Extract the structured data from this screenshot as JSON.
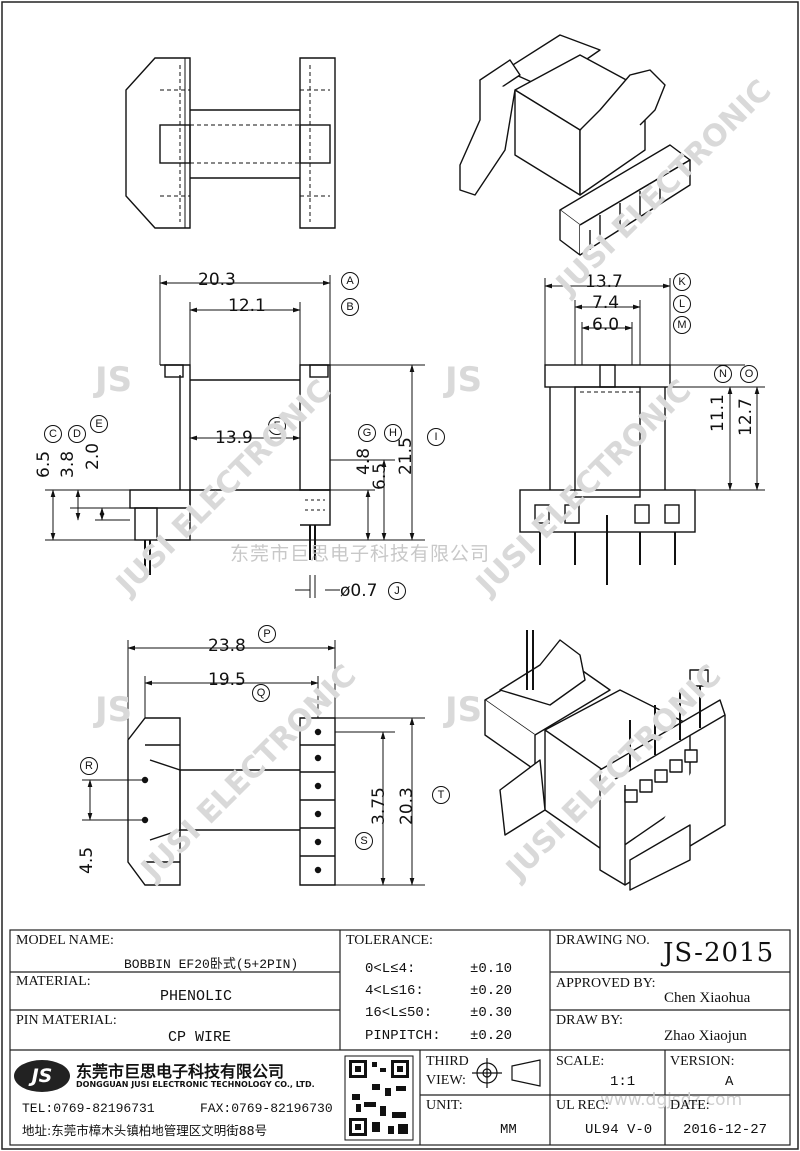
{
  "dimensions": {
    "top_width": "20.3",
    "top_inner": "12.1",
    "A": "A",
    "B": "B",
    "front_width": "13.7",
    "front_w2": "7.4",
    "front_w3": "6.0",
    "K": "K",
    "L": "L",
    "M": "M",
    "N": "N",
    "O": "O",
    "front_h1": "11.1",
    "front_h2": "12.7",
    "left_65": "6.5",
    "left_38": "3.8",
    "left_20": "2.0",
    "C": "C",
    "D": "D",
    "E": "E",
    "mid_139": "13.9",
    "F": "F",
    "right_48": "4.8",
    "right_65": "6.5",
    "right_215": "21.5",
    "G": "G",
    "H": "H",
    "I": "I",
    "pin_dia": "ø0.7",
    "J": "J",
    "bot_width": "23.8",
    "P": "P",
    "bot_inner": "19.5",
    "Q": "Q",
    "R": "R",
    "pitch_45": "4.5",
    "dim_375": "3.75",
    "S": "S",
    "dim_203": "20.3",
    "T": "T"
  },
  "watermark": {
    "company_cn": "东莞市巨思电子科技有限公司",
    "brand_en": "JUSI ELECTRONIC",
    "logo": "JS",
    "site": "www.dgjsdz.com"
  },
  "titleblock": {
    "model_name_label": "MODEL NAME:",
    "model_name": "BOBBIN EF20卧式(5+2PIN)",
    "material_label": "MATERIAL:",
    "material": "PHENOLIC",
    "pin_material_label": "PIN MATERIAL:",
    "pin_material": "CP WIRE",
    "tolerance_label": "TOLERANCE:",
    "tol1_range": "0<L≤4:",
    "tol1_val": "±0.10",
    "tol2_range": "4<L≤16:",
    "tol2_val": "±0.20",
    "tol3_range": "16<L≤50:",
    "tol3_val": "±0.30",
    "tol4_range": "PINPITCH:",
    "tol4_val": "±0.20",
    "drawing_no_label": "DRAWING NO.",
    "drawing_no": "JS-2015",
    "approved_label": "APPROVED BY:",
    "approved": "Chen Xiaohua",
    "draw_label": "DRAW BY:",
    "draw": "Zhao Xiaojun",
    "company_logo": "JS",
    "company_cn": "东莞市巨思电子科技有限公司",
    "company_en": "DONGGUAN JUSI ELECTRONIC TECHNOLOGY CO., LTD.",
    "tel": "TEL:0769-82196731",
    "fax": "FAX:0769-82196730",
    "address": "地址:东莞市樟木头镇柏地管理区文明街88号",
    "third_label": "THIRD",
    "view_label": "VIEW:",
    "unit_label": "UNIT:",
    "unit": "MM",
    "scale_label": "SCALE:",
    "scale": "1:1",
    "version_label": "VERSION:",
    "version": "A",
    "ul_label": "UL REC:",
    "ul": "UL94 V-0",
    "date_label": "DATE:",
    "date": "2016-12-27"
  }
}
